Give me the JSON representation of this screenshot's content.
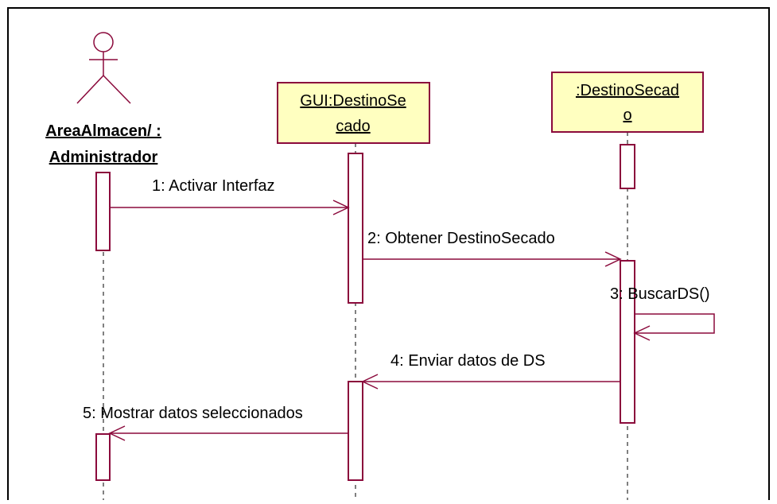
{
  "diagram": {
    "colors": {
      "line": "#8b0a3c",
      "object_fill": "#ffffc0",
      "border": "#000000"
    },
    "actor": {
      "icon": "stick-figure-icon",
      "name_line1": "AreaAlmacen/ :",
      "name_line2": "Administrador"
    },
    "objects": [
      {
        "line1": "GUI:DestinoSe",
        "line2": "cado"
      },
      {
        "line1": ":DestinoSecad",
        "line2": "o"
      }
    ],
    "messages": [
      {
        "number": 1,
        "label": "1: Activar Interfaz",
        "from": "Administrador",
        "to": "GUI:DestinoSecado"
      },
      {
        "number": 2,
        "label": "2: Obtener DestinoSecado",
        "from": "GUI:DestinoSecado",
        "to": ":DestinoSecado"
      },
      {
        "number": 3,
        "label": "3: BuscarDS()",
        "from": ":DestinoSecado",
        "to": ":DestinoSecado"
      },
      {
        "number": 4,
        "label": "4: Enviar datos de DS",
        "from": ":DestinoSecado",
        "to": "GUI:DestinoSecado"
      },
      {
        "number": 5,
        "label": "5: Mostrar datos seleccionados",
        "from": "GUI:DestinoSecado",
        "to": "Administrador"
      }
    ]
  }
}
